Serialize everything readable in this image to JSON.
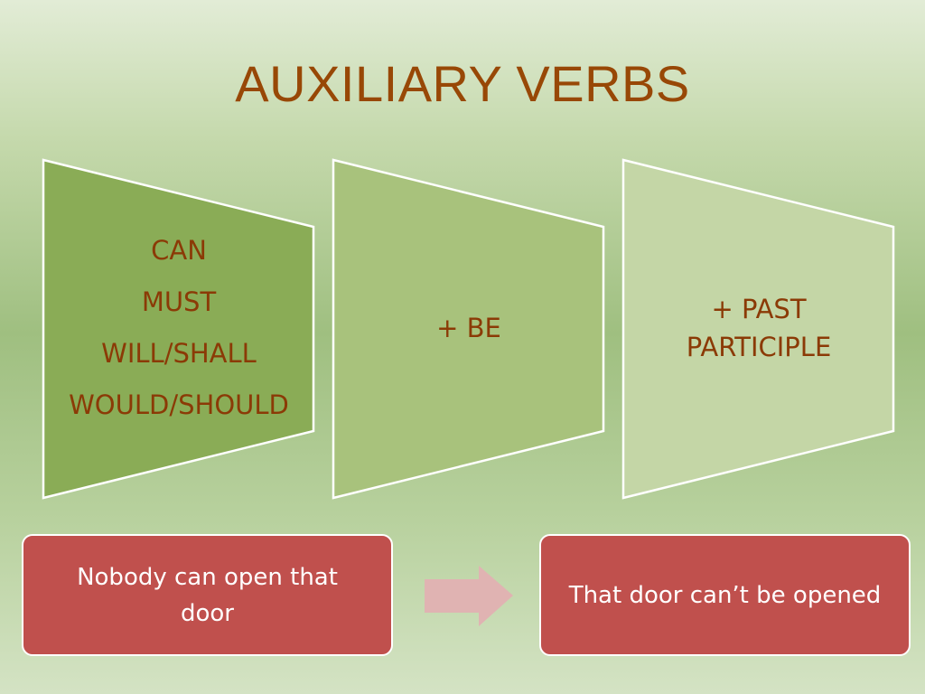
{
  "title": "AUXILIARY VERBS",
  "columns": [
    {
      "lines": [
        "CAN",
        "MUST",
        "WILL/SHALL",
        "WOULD/SHOULD"
      ],
      "fill": "#8aac56"
    },
    {
      "lines": [
        "+ BE"
      ],
      "fill": "#a8c27c"
    },
    {
      "lines": [
        "+ PAST",
        "PARTICIPLE"
      ],
      "fill": "#c4d6a6"
    }
  ],
  "example": {
    "active": "Nobody can open that door",
    "passive": "That door can’t be opened"
  },
  "colors": {
    "title": "#984806",
    "column_text": "#8b3a06",
    "example_box": "#c0504d",
    "arrow": "#e0b3b2"
  },
  "icons": {
    "arrow": "right-arrow-icon"
  }
}
